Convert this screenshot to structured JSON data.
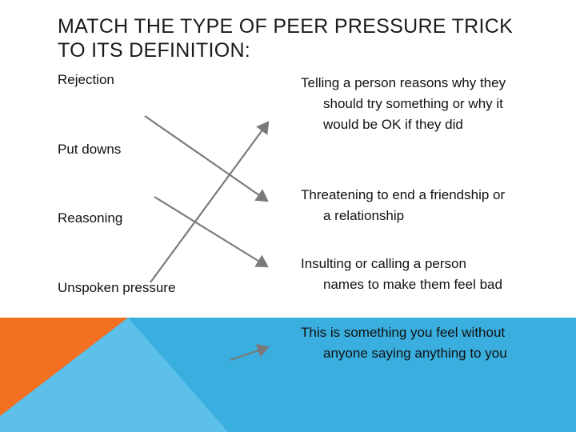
{
  "slide": {
    "title_lines": [
      "Match the type of peer pressure trick",
      "to its definition:"
    ],
    "terms": [
      "Rejection",
      "Put downs",
      "Reasoning",
      "Unspoken pressure"
    ],
    "definitions": [
      "Telling a person reasons why they should try something or why it would be OK if they did",
      "Threatening to end a friendship or a relationship",
      "Insulting or calling a person names to make them feel bad",
      "This is something you feel without anyone saying anything to you"
    ],
    "colors": {
      "background": "#ffffff",
      "band_blue": "#3aafdf",
      "band_blue_light": "#5cc0ea",
      "band_orange": "#f36f21",
      "arrow": "#7a7a7a",
      "text": "#111111"
    }
  }
}
